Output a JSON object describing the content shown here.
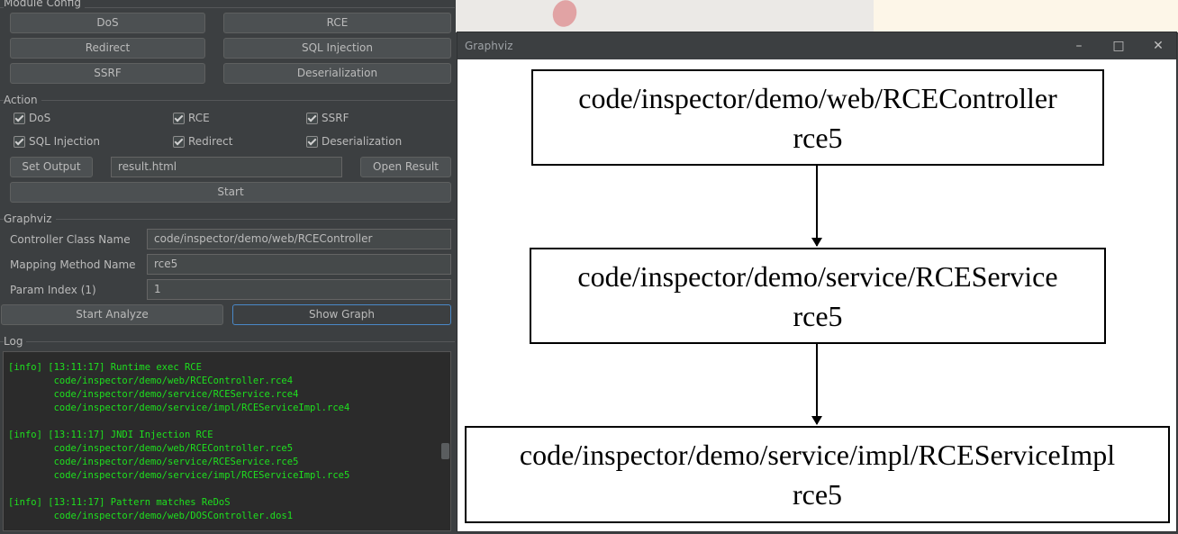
{
  "module_config": {
    "title": "Module Config",
    "buttons": [
      "DoS",
      "RCE",
      "Redirect",
      "SQL Injection",
      "SSRF",
      "Deserialization"
    ]
  },
  "action": {
    "title": "Action",
    "checks": [
      "DoS",
      "RCE",
      "SSRF",
      "SQL Injection",
      "Redirect",
      "Deserialization"
    ],
    "set_output_label": "Set Output",
    "output_value": "result.html",
    "open_result_label": "Open Result",
    "start_label": "Start"
  },
  "graphviz_cfg": {
    "title": "Graphviz",
    "controller_label": "Controller Class Name",
    "controller_value": "code/inspector/demo/web/RCEController",
    "method_label": "Mapping Method Name",
    "method_value": "rce5",
    "param_label": "Param Index (1)",
    "param_value": "1",
    "analyze_label": "Start Analyze",
    "show_graph_label": "Show Graph"
  },
  "log": {
    "title": "Log",
    "text": "[info] [13:11:17] Runtime exec RCE\n        code/inspector/demo/web/RCEController.rce4\n        code/inspector/demo/service/RCEService.rce4\n        code/inspector/demo/service/impl/RCEServiceImpl.rce4\n\n[info] [13:11:17] JNDI Injection RCE\n        code/inspector/demo/web/RCEController.rce5\n        code/inspector/demo/service/RCEService.rce5\n        code/inspector/demo/service/impl/RCEServiceImpl.rce5\n\n[info] [13:11:17] Pattern matches ReDoS\n        code/inspector/demo/web/DOSController.dos1"
  },
  "graph_window": {
    "title": "Graphviz",
    "minimize_icon": "minimize-icon",
    "maximize_icon": "maximize-icon",
    "close_icon": "close-icon",
    "nodes": [
      {
        "line1": "code/inspector/demo/web/RCEController",
        "line2": "rce5"
      },
      {
        "line1": "code/inspector/demo/service/RCEService",
        "line2": "rce5"
      },
      {
        "line1": "code/inspector/demo/service/impl/RCEServiceImpl",
        "line2": "rce5"
      }
    ]
  },
  "colors": {
    "panel_bg": "#3c3f41",
    "log_text": "#1ee01e",
    "focus_border": "#4a88c7"
  }
}
